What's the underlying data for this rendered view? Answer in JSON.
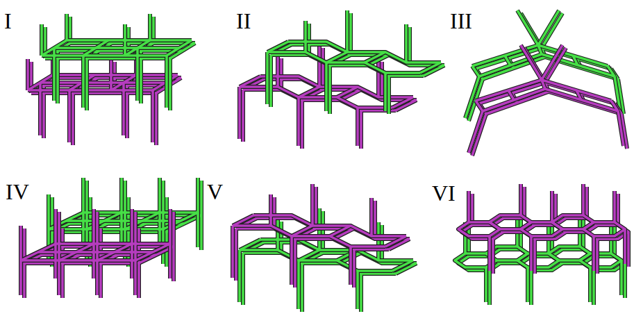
{
  "diagram": {
    "labels": [
      "I",
      "II",
      "III",
      "IV",
      "V",
      "VI"
    ]
  }
}
